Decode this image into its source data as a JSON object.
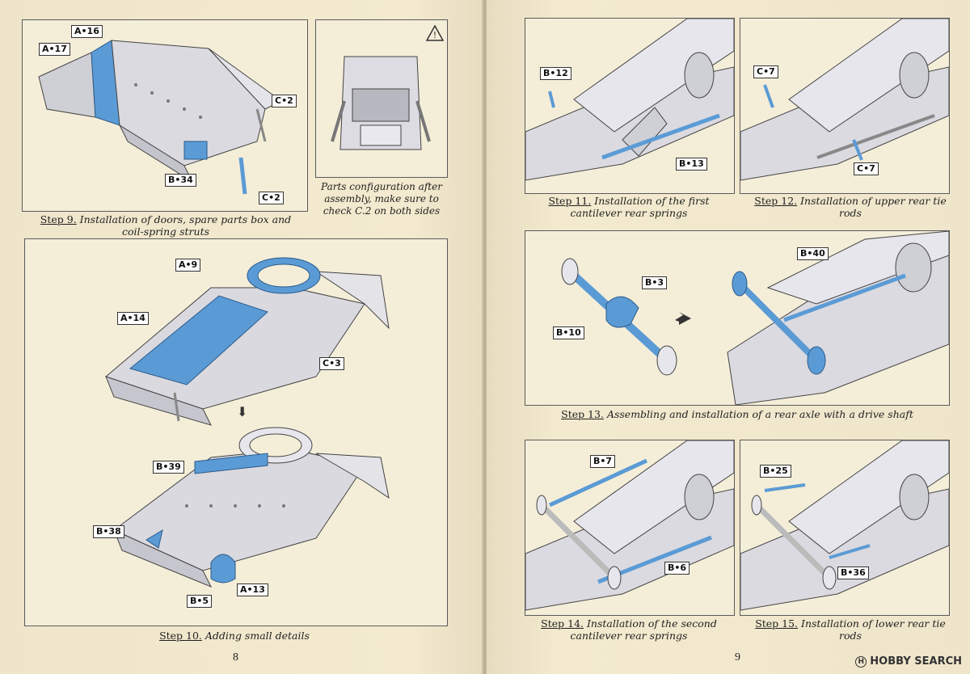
{
  "left_page": {
    "page_number": "8",
    "step9": {
      "step_label": "Step 9.",
      "caption": " Installation of doors, spare parts box and coil-spring struts",
      "tags": [
        "A•16",
        "A•17",
        "C•2",
        "B•34",
        "C•2"
      ]
    },
    "parts_note": {
      "text": "Parts configuration after assembly, make sure to check C.2 on both sides"
    },
    "step10": {
      "step_label": "Step 10.",
      "caption": " Adding small details",
      "tags": [
        "A•9",
        "A•14",
        "C•3",
        "B•39",
        "B•38",
        "B•5",
        "A•13"
      ]
    }
  },
  "right_page": {
    "page_number": "9",
    "step11": {
      "step_label": "Step 11.",
      "caption": " Installation of the first cantilever rear springs",
      "tags": [
        "B•12",
        "B•13"
      ]
    },
    "step12": {
      "step_label": "Step 12.",
      "caption": " Installation of upper rear tie rods",
      "tags": [
        "C•7",
        "C•7"
      ]
    },
    "step13": {
      "step_label": "Step 13.",
      "caption": " Assembling and installation of a rear axle with a drive shaft",
      "tags": [
        "B•3",
        "B•10",
        "B•40"
      ]
    },
    "step14": {
      "step_label": "Step 14.",
      "caption": " Installation of the second cantilever rear springs",
      "tags": [
        "B•7",
        "B•6"
      ]
    },
    "step15": {
      "step_label": "Step 15.",
      "caption": " Installation of lower rear tie rods",
      "tags": [
        "B•25",
        "B•36"
      ]
    },
    "watermark": "HOBBY SEARCH"
  },
  "colors": {
    "highlight": "#5b9bd5",
    "metal": "#d9d9df",
    "outline": "#444444",
    "paper": "#f1e8d0"
  }
}
